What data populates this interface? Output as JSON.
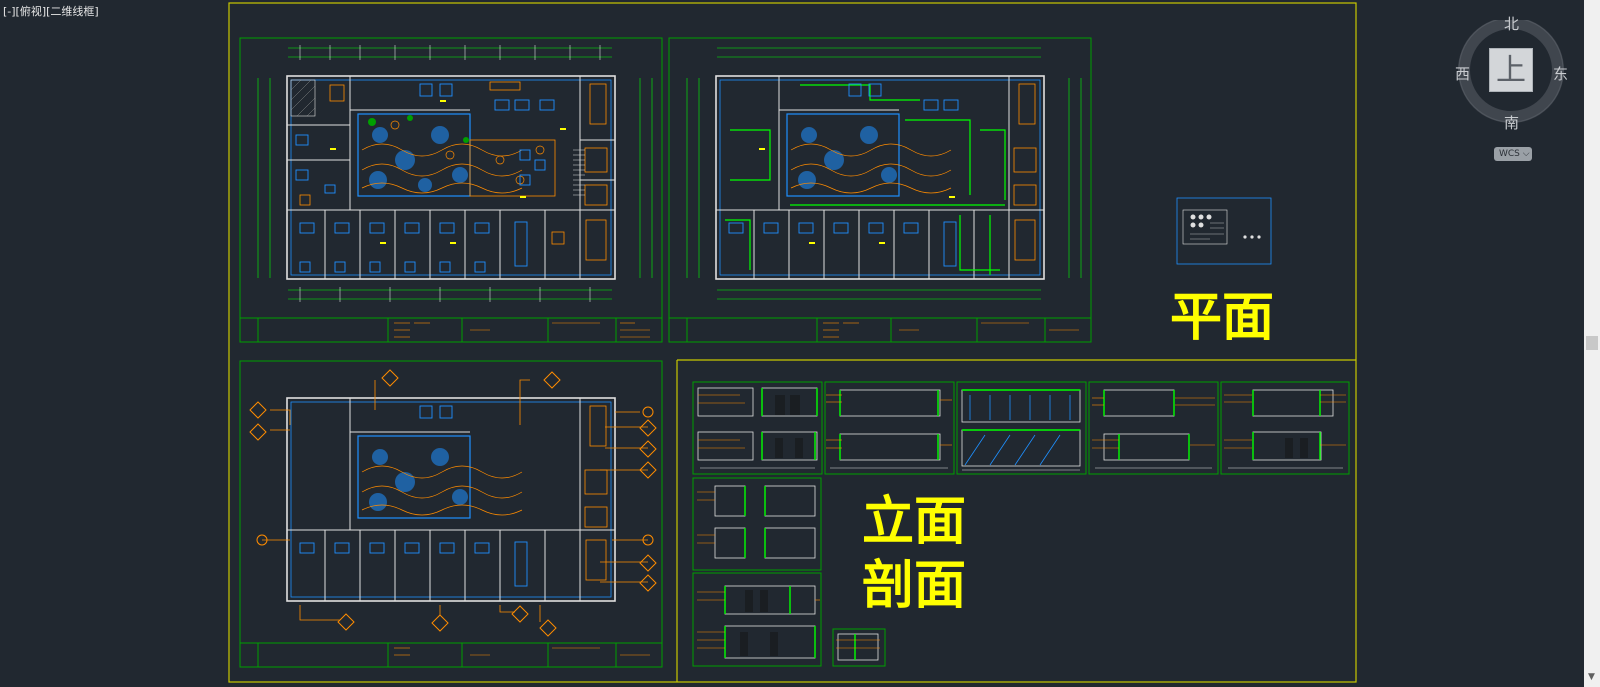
{
  "viewport": {
    "label": "[-][俯视][二维线框]"
  },
  "sections": {
    "plan_label": "平面",
    "elevation_label": "立面",
    "section_label": "剖面"
  },
  "view_cube": {
    "north": "北",
    "south": "南",
    "east": "东",
    "west": "西",
    "top": "上",
    "ucs": "WCS"
  },
  "colors": {
    "background": "#212830",
    "frame_yellow": "#c8c800",
    "sheet_green": "#00a000",
    "wall_white": "#e0e0e0",
    "furniture_orange": "#ff8c00",
    "glass_blue": "#1e90ff",
    "bright_green": "#00ff00",
    "label_yellow": "#ffff00"
  }
}
